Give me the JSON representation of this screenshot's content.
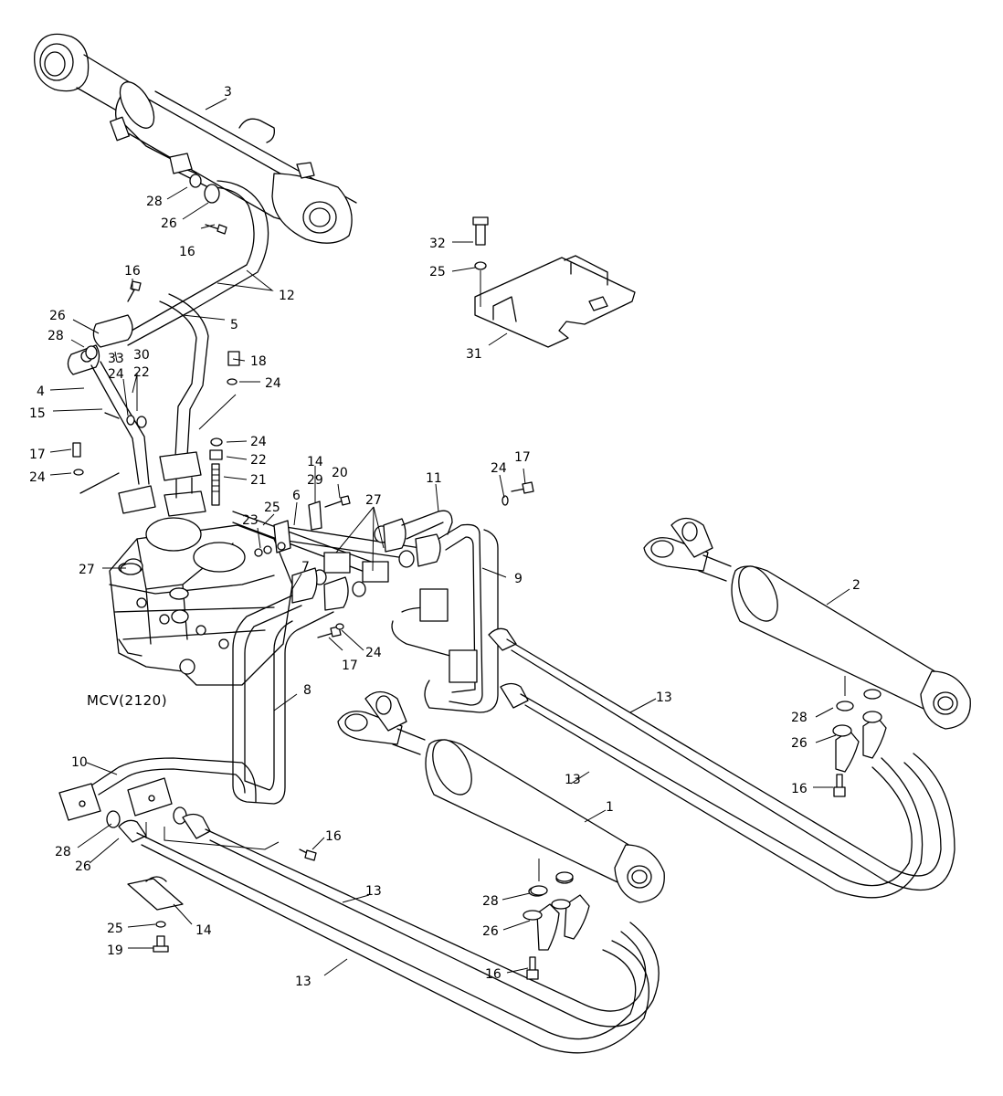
{
  "mcv_label": "MCV(2120)",
  "callouts": [
    {
      "id": "c3",
      "text": "3"
    },
    {
      "id": "c28a",
      "text": "28"
    },
    {
      "id": "c26a",
      "text": "26"
    },
    {
      "id": "c16a",
      "text": "16"
    },
    {
      "id": "c16b",
      "text": "16"
    },
    {
      "id": "c12",
      "text": "12"
    },
    {
      "id": "c5",
      "text": "5"
    },
    {
      "id": "c26b",
      "text": "26"
    },
    {
      "id": "c28b",
      "text": "28"
    },
    {
      "id": "c33",
      "text": "33"
    },
    {
      "id": "c30",
      "text": "30"
    },
    {
      "id": "c24a",
      "text": "24"
    },
    {
      "id": "c22a",
      "text": "22"
    },
    {
      "id": "c18",
      "text": "18"
    },
    {
      "id": "c24b",
      "text": "24"
    },
    {
      "id": "c4",
      "text": "4"
    },
    {
      "id": "c15",
      "text": "15"
    },
    {
      "id": "c17a",
      "text": "17"
    },
    {
      "id": "c24c",
      "text": "24"
    },
    {
      "id": "c24d",
      "text": "24"
    },
    {
      "id": "c22b",
      "text": "22"
    },
    {
      "id": "c21",
      "text": "21"
    },
    {
      "id": "c14a",
      "text": "14"
    },
    {
      "id": "c29",
      "text": "29"
    },
    {
      "id": "c20",
      "text": "20"
    },
    {
      "id": "c6",
      "text": "6"
    },
    {
      "id": "c25a",
      "text": "25"
    },
    {
      "id": "c23",
      "text": "23"
    },
    {
      "id": "c27a",
      "text": "27"
    },
    {
      "id": "c11",
      "text": "11"
    },
    {
      "id": "c24e",
      "text": "24"
    },
    {
      "id": "c17b",
      "text": "17"
    },
    {
      "id": "c27b",
      "text": "27"
    },
    {
      "id": "c7",
      "text": "7"
    },
    {
      "id": "c9",
      "text": "9"
    },
    {
      "id": "c24f",
      "text": "24"
    },
    {
      "id": "c17c",
      "text": "17"
    },
    {
      "id": "c8",
      "text": "8"
    },
    {
      "id": "c32",
      "text": "32"
    },
    {
      "id": "c25b",
      "text": "25"
    },
    {
      "id": "c31",
      "text": "31"
    },
    {
      "id": "c2",
      "text": "2"
    },
    {
      "id": "c13a",
      "text": "13"
    },
    {
      "id": "c13b",
      "text": "13"
    },
    {
      "id": "c28c",
      "text": "28"
    },
    {
      "id": "c26c",
      "text": "26"
    },
    {
      "id": "c16c",
      "text": "16"
    },
    {
      "id": "c1",
      "text": "1"
    },
    {
      "id": "c10",
      "text": "10"
    },
    {
      "id": "c28d",
      "text": "28"
    },
    {
      "id": "c26d",
      "text": "26"
    },
    {
      "id": "c16d",
      "text": "16"
    },
    {
      "id": "c13c",
      "text": "13"
    },
    {
      "id": "c14b",
      "text": "14"
    },
    {
      "id": "c25c",
      "text": "25"
    },
    {
      "id": "c19",
      "text": "19"
    },
    {
      "id": "c13d",
      "text": "13"
    },
    {
      "id": "c28e",
      "text": "28"
    },
    {
      "id": "c26e",
      "text": "26"
    },
    {
      "id": "c16e",
      "text": "16"
    }
  ]
}
